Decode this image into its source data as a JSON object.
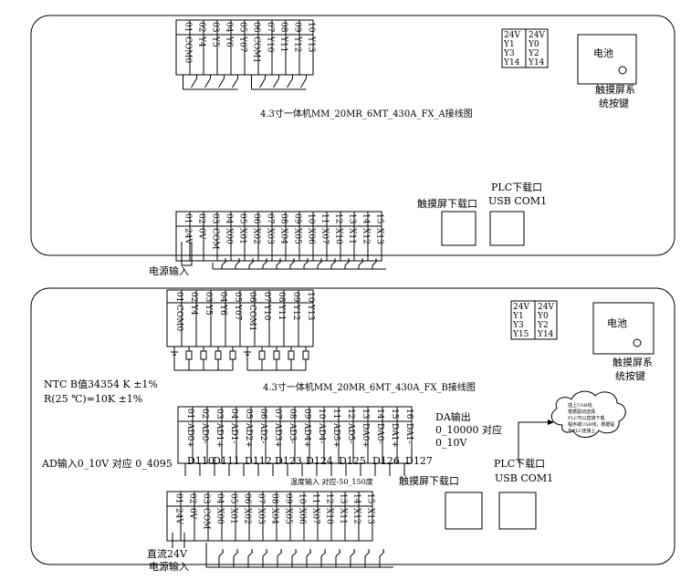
{
  "panel_a": {
    "title": "4.3寸一体机MM_20MR_6MT_430A_FX_A接线图",
    "top_terminals": [
      {
        "num": "01",
        "sig": "COM0"
      },
      {
        "num": "02",
        "sig": "Y4"
      },
      {
        "num": "03",
        "sig": "Y5"
      },
      {
        "num": "04",
        "sig": "Y6"
      },
      {
        "num": "05",
        "sig": "Y07"
      },
      {
        "num": "06",
        "sig": "COM1"
      },
      {
        "num": "07",
        "sig": "Y10"
      },
      {
        "num": "08",
        "sig": "Y11"
      },
      {
        "num": "09",
        "sig": "Y12"
      },
      {
        "num": "10",
        "sig": "Y13"
      }
    ],
    "bottom_terminals": [
      {
        "num": "01",
        "sig": "24V"
      },
      {
        "num": "02",
        "sig": "0V"
      },
      {
        "num": "03",
        "sig": "COM"
      },
      {
        "num": "04",
        "sig": "X00"
      },
      {
        "num": "05",
        "sig": "X01"
      },
      {
        "num": "06",
        "sig": "X02"
      },
      {
        "num": "07",
        "sig": "X03"
      },
      {
        "num": "08",
        "sig": "X04"
      },
      {
        "num": "09",
        "sig": "X05"
      },
      {
        "num": "10",
        "sig": "X06"
      },
      {
        "num": "11",
        "sig": "X07"
      },
      {
        "num": "12",
        "sig": "X10"
      },
      {
        "num": "13",
        "sig": "X11"
      },
      {
        "num": "14",
        "sig": "X12"
      },
      {
        "num": "15",
        "sig": "X13"
      }
    ],
    "voltage_left": [
      "24V",
      "Y1",
      "Y3",
      "Y14"
    ],
    "voltage_right": [
      "24V",
      "Y0",
      "Y2",
      "Y14"
    ],
    "battery": "电池",
    "touch_key": [
      "触摸屏系",
      "统按键"
    ],
    "touch_download": "触摸屏下载口",
    "plc_download": [
      "PLC下载口",
      "USB COM1"
    ],
    "power_input": "电源输入"
  },
  "panel_b": {
    "title": "4.3寸一体机MM_20MR_6MT_430A_FX_B接线图",
    "top_terminals": [
      {
        "num": "01",
        "sig": "COM0"
      },
      {
        "num": "02",
        "sig": "Y4"
      },
      {
        "num": "03",
        "sig": "Y5"
      },
      {
        "num": "04",
        "sig": "Y6"
      },
      {
        "num": "05",
        "sig": "Y07"
      },
      {
        "num": "06",
        "sig": "COM1"
      },
      {
        "num": "07",
        "sig": "Y10"
      },
      {
        "num": "08",
        "sig": "Y11"
      },
      {
        "num": "09",
        "sig": "Y12"
      },
      {
        "num": "10",
        "sig": "Y13"
      }
    ],
    "ad_terminals": [
      {
        "num": "01",
        "sig": "AD0+"
      },
      {
        "num": "02",
        "sig": "AD0-"
      },
      {
        "num": "03",
        "sig": "AD1+"
      },
      {
        "num": "04",
        "sig": "AD1-"
      },
      {
        "num": "05",
        "sig": "AD2+"
      },
      {
        "num": "06",
        "sig": "AD2-"
      },
      {
        "num": "07",
        "sig": "AD3+"
      },
      {
        "num": "08",
        "sig": "AD3-"
      },
      {
        "num": "09",
        "sig": "AD4+"
      },
      {
        "num": "10",
        "sig": "AD4-"
      },
      {
        "num": "11",
        "sig": "AD5+"
      },
      {
        "num": "12",
        "sig": "AD5-"
      },
      {
        "num": "13",
        "sig": "DA0+"
      },
      {
        "num": "14",
        "sig": "DA0-"
      },
      {
        "num": "15",
        "sig": "DA1+"
      },
      {
        "num": "16",
        "sig": "DA1-"
      }
    ],
    "bottom_terminals": [
      {
        "num": "01",
        "sig": "24V"
      },
      {
        "num": "02",
        "sig": "0V"
      },
      {
        "num": "03",
        "sig": "COM"
      },
      {
        "num": "04",
        "sig": "X00"
      },
      {
        "num": "05",
        "sig": "X01"
      },
      {
        "num": "06",
        "sig": "X02"
      },
      {
        "num": "07",
        "sig": "X03"
      },
      {
        "num": "08",
        "sig": "X04"
      },
      {
        "num": "09",
        "sig": "X05"
      },
      {
        "num": "10",
        "sig": "X06"
      },
      {
        "num": "11",
        "sig": "X07"
      },
      {
        "num": "12",
        "sig": "X10"
      },
      {
        "num": "13",
        "sig": "X11"
      },
      {
        "num": "14",
        "sig": "X12"
      },
      {
        "num": "15",
        "sig": "X13"
      }
    ],
    "registers": [
      "D110",
      "D111",
      "D112",
      "D123",
      "D124",
      "D125",
      "D126",
      "D127"
    ],
    "voltage_left": [
      "24V",
      "Y1",
      "Y3",
      "Y15"
    ],
    "voltage_right": [
      "24V",
      "Y0",
      "Y2",
      "Y14"
    ],
    "battery": "电池",
    "touch_key": [
      "触摸屏系",
      "统按键"
    ],
    "ntc_line1": "NTC B值34354 K ±1%",
    "ntc_line2": "R(25 ℃)=10K  ±1%",
    "da_output": [
      "DA输出",
      "0_10000 对应",
      "0_10V"
    ],
    "ad_input": "AD输入0_10V 对应 0_4095",
    "temp_input": "温度输入 对应-50_150度",
    "touch_download": "触摸屏下载口",
    "plc_download": [
      "PLC下载口",
      "USB COM1"
    ],
    "cloud_note": [
      "插上USB线,",
      "根据驱动选择,",
      "PLC可以直接下载",
      "程序或USB线，根据驱",
      "与PLC连接上"
    ],
    "power_input": [
      "直流24V",
      "电源输入"
    ]
  }
}
